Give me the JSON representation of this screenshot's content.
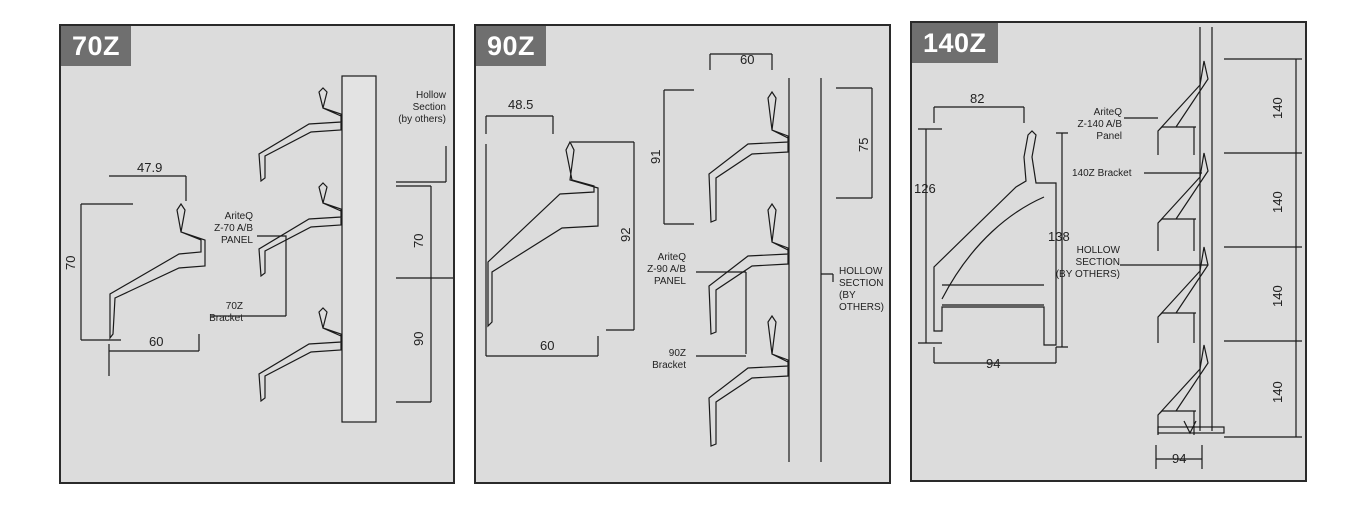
{
  "panels": {
    "p70": {
      "title": "70Z",
      "dims": {
        "top_width": "47.9",
        "height": "70",
        "bottom_width": "60",
        "spacing_upper": "70",
        "spacing_lower": "90"
      },
      "labels": {
        "hollow": [
          "Hollow",
          "Section",
          "(by others)"
        ],
        "panel": [
          "AriteQ",
          "Z-70 A/B",
          "PANEL"
        ],
        "bracket": [
          "70Z",
          "Bracket"
        ]
      }
    },
    "p90": {
      "title": "90Z",
      "dims": {
        "top_width": "48.5",
        "height": "92",
        "bottom_width": "60",
        "pitch_width": "60",
        "spacing_left": "91",
        "spacing_right": "75"
      },
      "labels": {
        "panel": [
          "AriteQ",
          "Z-90 A/B",
          "PANEL"
        ],
        "hollow": [
          "HOLLOW",
          "SECTION",
          "(BY",
          "OTHERS)"
        ],
        "bracket": [
          "90Z",
          "Bracket"
        ]
      }
    },
    "p140": {
      "title": "140Z",
      "dims": {
        "top_width": "82",
        "height_left": "126",
        "height_right": "138",
        "bottom_width": "94",
        "spacing": [
          "140",
          "140",
          "140",
          "140"
        ],
        "base_width": "94"
      },
      "labels": {
        "panel": [
          "AriteQ",
          "Z-140 A/B",
          "Panel"
        ],
        "bracket": [
          "140Z Bracket"
        ],
        "hollow": [
          "HOLLOW",
          "SECTION",
          "(BY OTHERS)"
        ]
      }
    }
  }
}
